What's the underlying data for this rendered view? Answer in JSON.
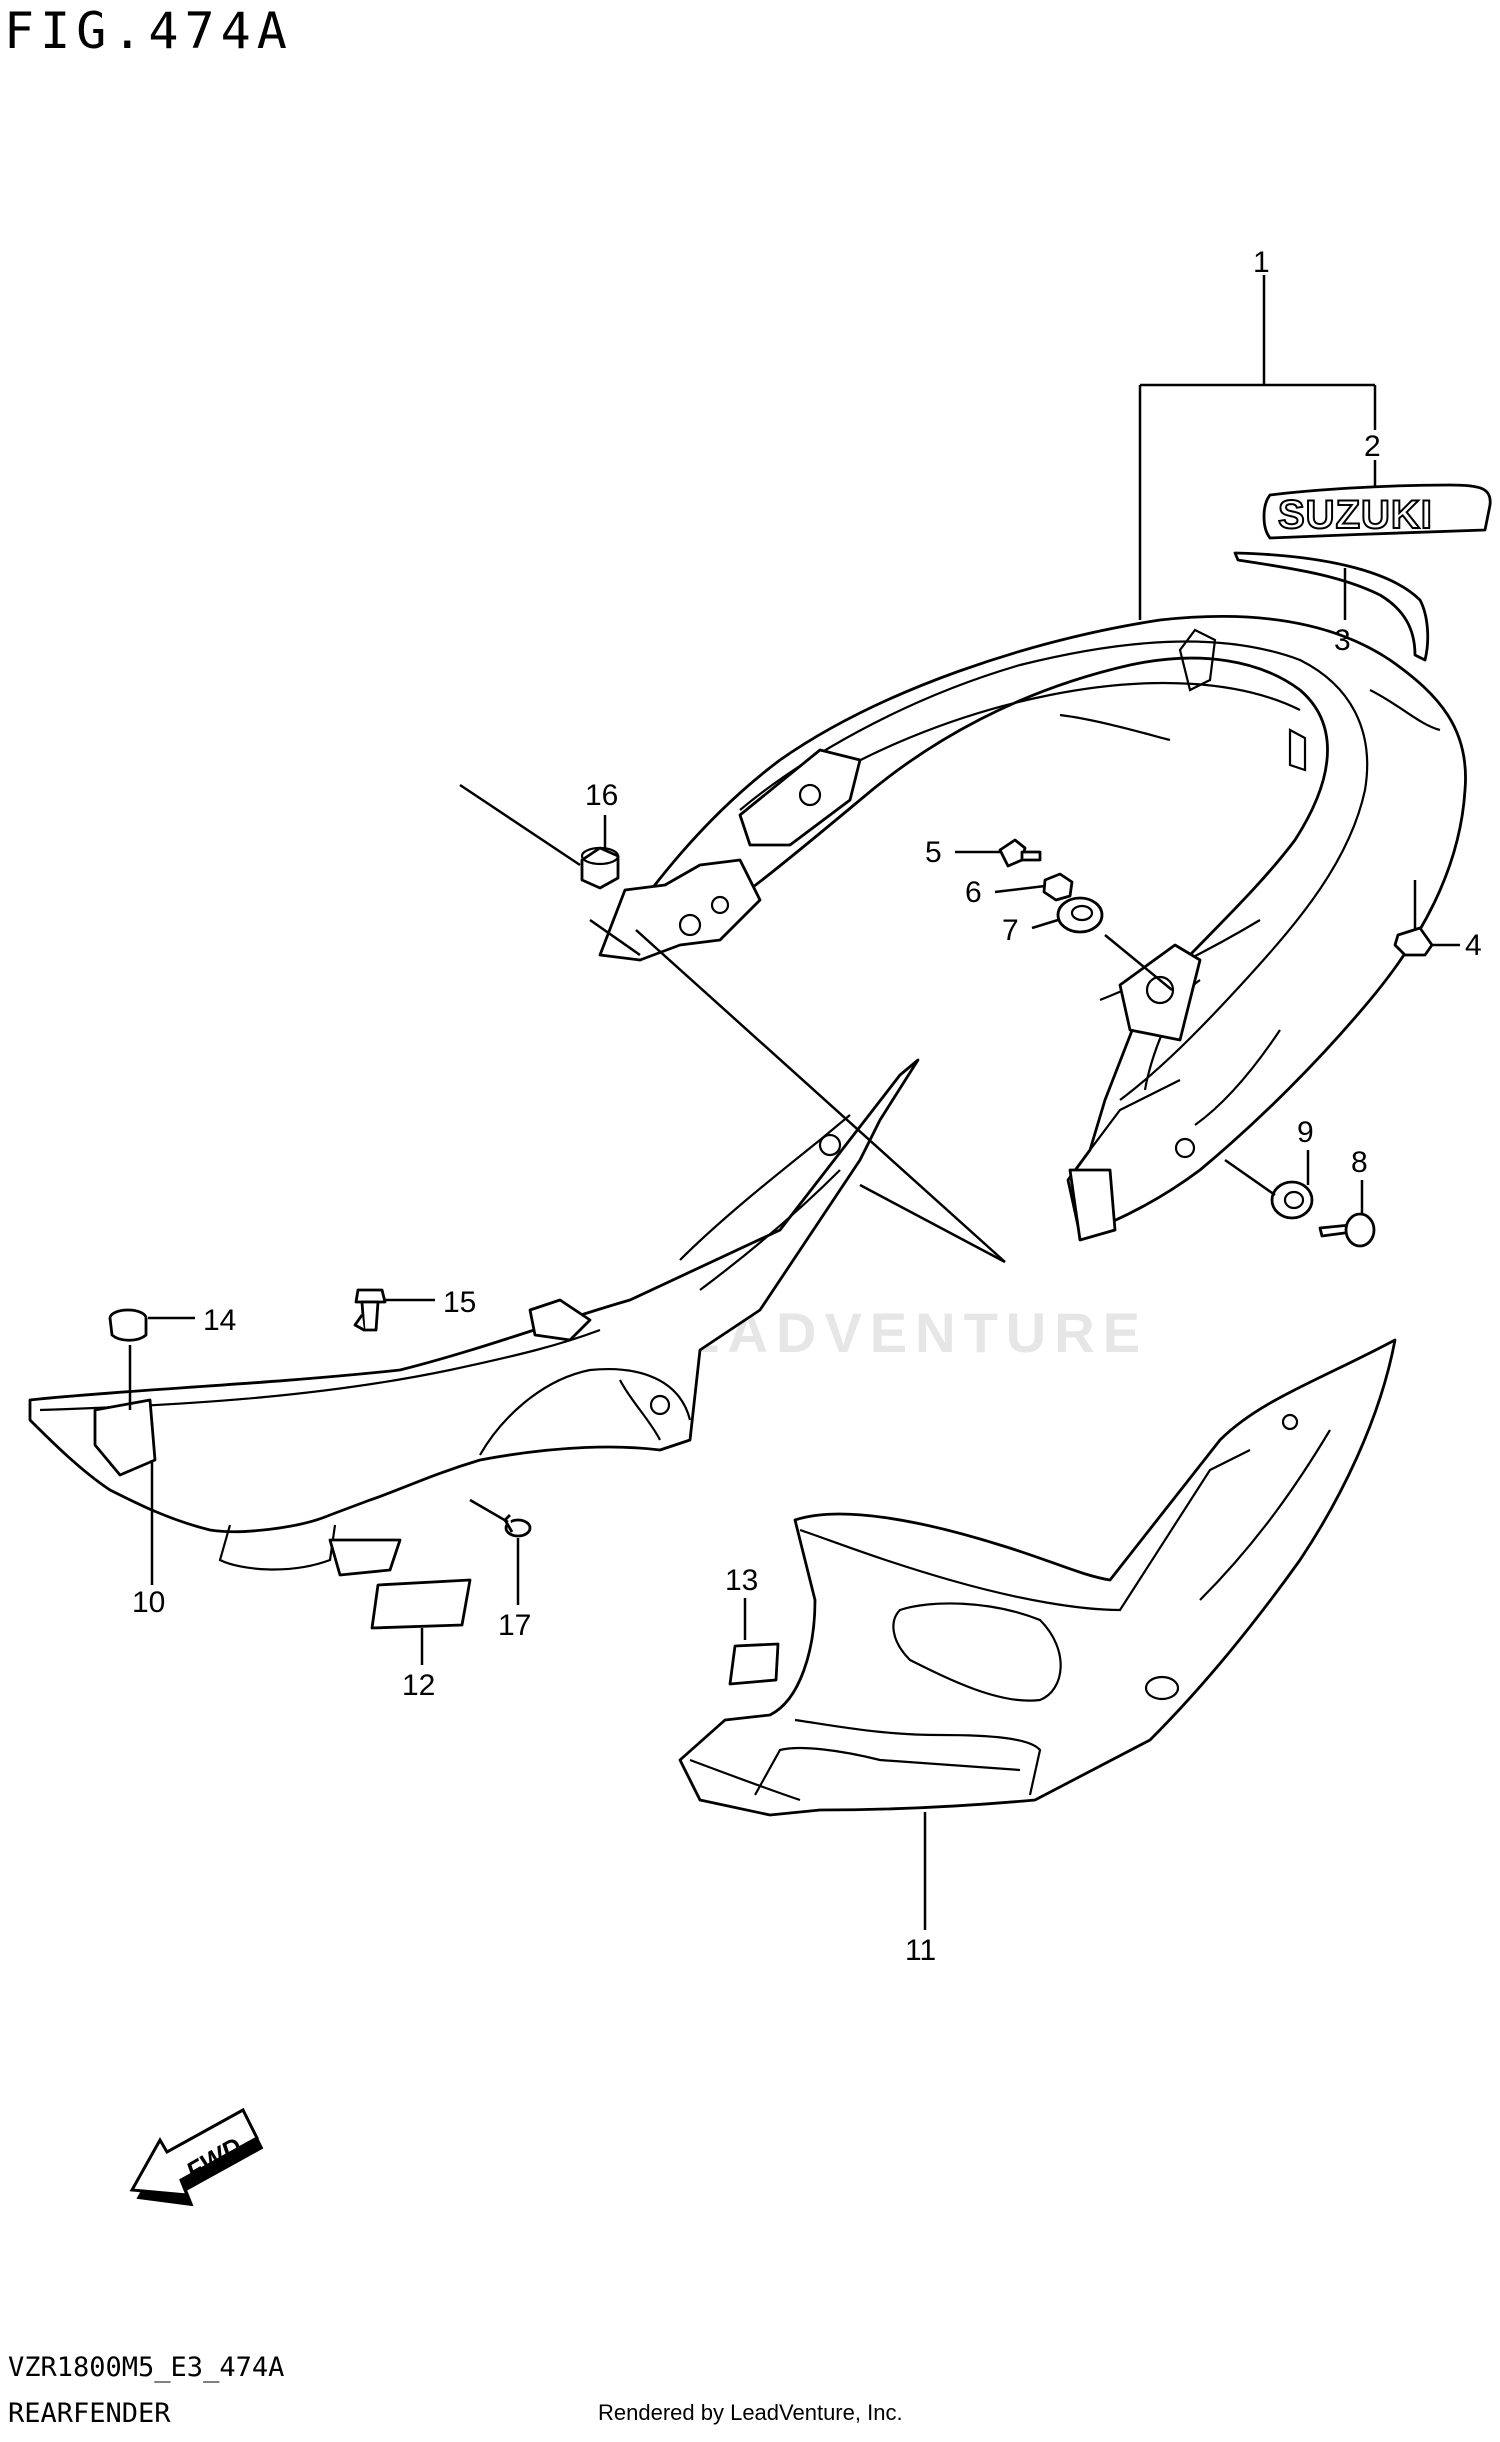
{
  "figure_title": "FIG.474A",
  "diagram_code": "VZR1800M5_E3_474A",
  "section_title": "REARFENDER",
  "rendered_by": "Rendered by LeadVenture, Inc.",
  "watermark": "LEADVENTURE",
  "decal_text": "SUZUKI",
  "fwd_label": "FWD",
  "callouts": {
    "c1": "1",
    "c2": "2",
    "c3": "3",
    "c4": "4",
    "c5": "5",
    "c6": "6",
    "c7": "7",
    "c8": "8",
    "c9": "9",
    "c10": "10",
    "c11": "11",
    "c12": "12",
    "c13": "13",
    "c14": "14",
    "c15": "15",
    "c16": "16",
    "c17": "17"
  }
}
